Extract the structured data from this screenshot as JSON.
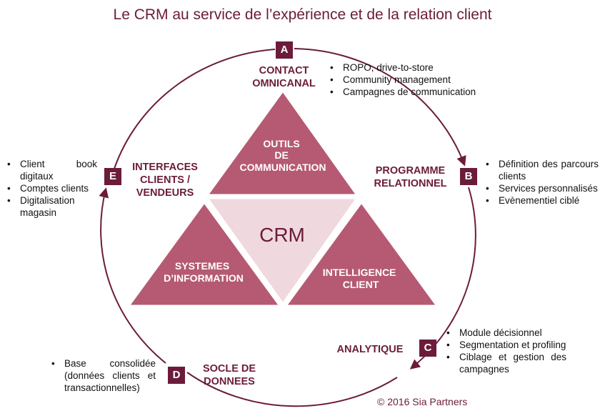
{
  "title": "Le CRM au service de l’expérience et de la relation client",
  "copyright": "© 2016 Sia Partners",
  "colors": {
    "dark": "#6b1c3a",
    "medium": "#b55a72",
    "light": "#efd9de"
  },
  "center": {
    "label": "CRM"
  },
  "triangles": {
    "top": [
      "OUTILS",
      "DE",
      "COMMUNICATION"
    ],
    "left": [
      "SYSTEMES",
      "D’INFORMATION"
    ],
    "right": [
      "INTELLIGENCE",
      "CLIENT"
    ]
  },
  "phases": {
    "a": {
      "letter": "A",
      "label_lines": [
        "CONTACT",
        "OMNICANAL"
      ],
      "bullets": [
        "ROPO, drive-to-store",
        "Community management",
        "Campagnes de communication"
      ]
    },
    "b": {
      "letter": "B",
      "label_lines": [
        "PROGRAMME",
        "RELATIONNEL"
      ],
      "bullets": [
        "Définition des parcours clients",
        "Services personnalisés",
        "Evènementiel ciblé"
      ]
    },
    "c": {
      "letter": "C",
      "label_lines": [
        "ANALYTIQUE"
      ],
      "bullets": [
        "Module décisionnel",
        "Segmentation et profiling",
        "Ciblage et gestion des campagnes"
      ]
    },
    "d": {
      "letter": "D",
      "label_lines": [
        "SOCLE DE",
        "DONNEES"
      ],
      "bullets": [
        "Base consolidée (données clients et transactionnelles)"
      ]
    },
    "e": {
      "letter": "E",
      "label_lines": [
        "INTERFACES",
        "CLIENTS /",
        "VENDEURS"
      ],
      "bullets": [
        "Client book digitaux",
        "Comptes clients",
        "Digitalisation magasin"
      ]
    }
  }
}
